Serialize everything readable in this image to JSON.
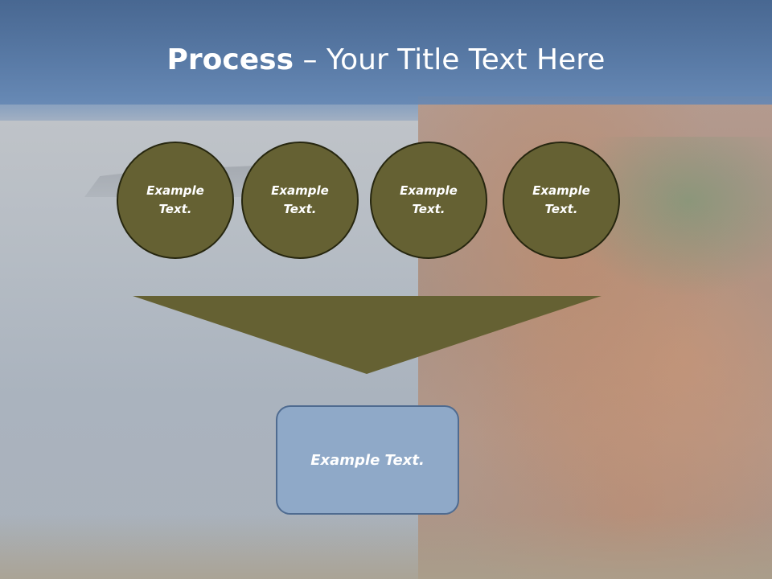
{
  "slide": {
    "title_bold": "Process",
    "title_rest": " – Your Title Text Here"
  },
  "process_steps": [
    {
      "line1": "Example",
      "line2": "Text."
    },
    {
      "line1": "Example",
      "line2": "Text."
    },
    {
      "line1": "Example",
      "line2": "Text."
    },
    {
      "line1": "Example",
      "line2": "Text."
    }
  ],
  "result": {
    "label": "Example Text."
  },
  "colors": {
    "circle_fill": "#656133",
    "circle_border": "#26260f",
    "arrow_fill": "#656133",
    "result_fill": "#8fa9c8",
    "result_border": "#4f6b90",
    "title_band": "#4f6f99"
  }
}
